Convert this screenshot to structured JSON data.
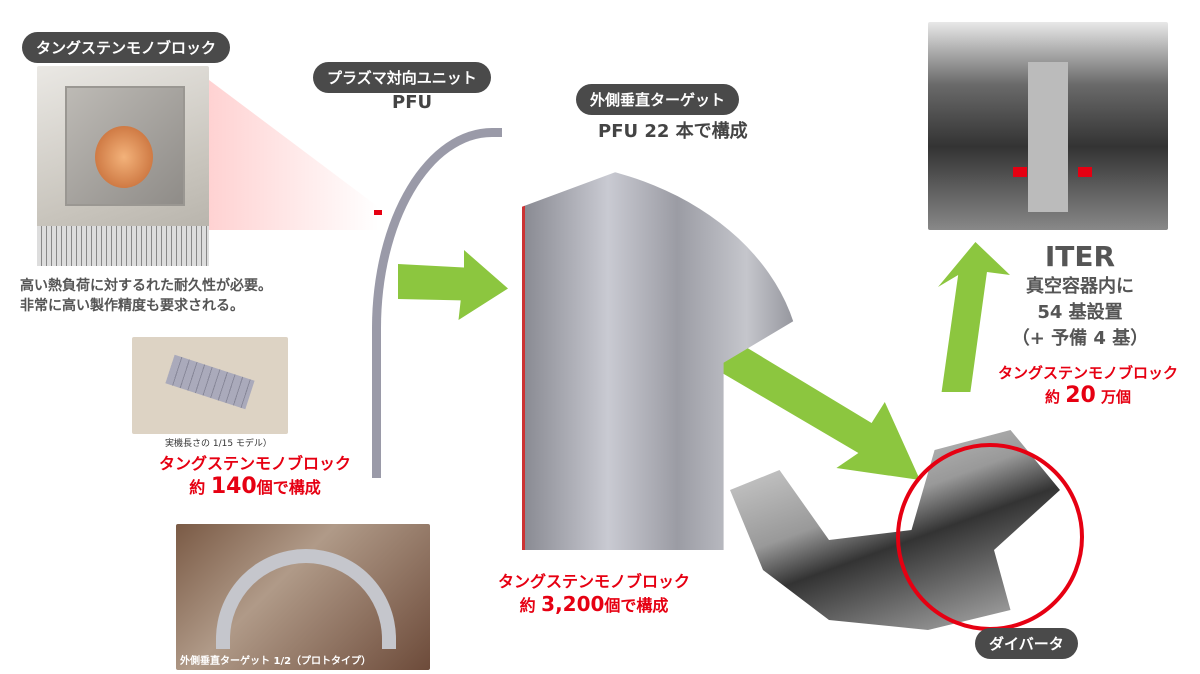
{
  "monoblock": {
    "label": "タングステンモノブロック",
    "desc_line1": "高い熱負荷に対するれた耐久性が必要。",
    "desc_line2": "非常に高い製作精度も要求される。",
    "model_caption": "実機長さの 1/15 モデル）",
    "count_label": "タングステンモノブロック",
    "count_prefix": "約",
    "count_value": "140",
    "count_suffix": "個で構成"
  },
  "pfu": {
    "label": "プラズマ対向ユニット",
    "abbr": "PFU"
  },
  "outer_target": {
    "label": "外側垂直ターゲット",
    "sub": "PFU 22 本で構成",
    "count_label": "タングステンモノブロック",
    "count_prefix": "約",
    "count_value": "3,200",
    "count_suffix": "個で構成",
    "prototype_caption": "外側垂直ターゲット 1/2（プロトタイプ）"
  },
  "iter": {
    "title": "ITER",
    "line1": "真空容器内に",
    "line2": "54 基設置",
    "line3": "（+ 予備 4 基）",
    "count_label": "タングステンモノブロック",
    "count_prefix": "約",
    "count_value": "20",
    "count_suffix": "万個"
  },
  "divertor": {
    "label": "ダイバータ"
  },
  "colors": {
    "arrow": "#8cc63f",
    "accent": "#e60012",
    "pill": "#4a4a4a"
  }
}
